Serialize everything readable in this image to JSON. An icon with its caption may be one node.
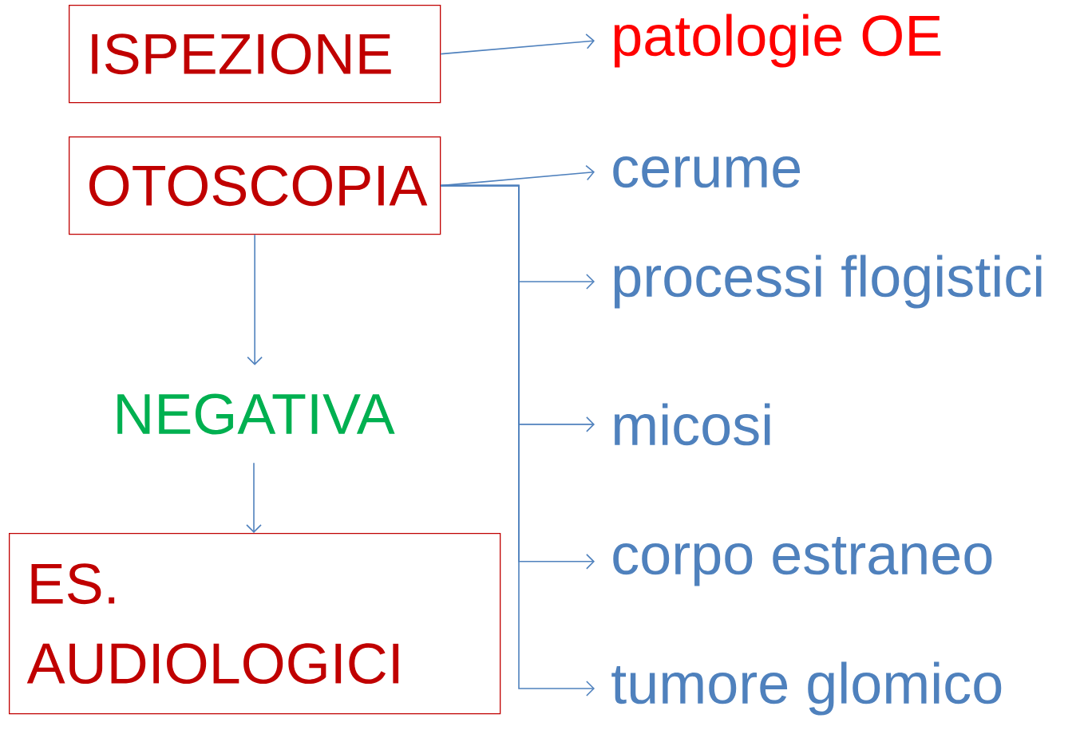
{
  "diagram": {
    "nodes": [
      {
        "text": [
          "ISPEZIONE"
        ]
      },
      {
        "text": [
          "patologie OE"
        ]
      },
      {
        "text": [
          "OTOSCOPIA"
        ]
      },
      {
        "text": [
          "cerume"
        ]
      },
      {
        "text": [
          "processi flogistici"
        ]
      },
      {
        "text": [
          "micosi"
        ]
      },
      {
        "text": [
          "corpo estraneo"
        ]
      },
      {
        "text": [
          "tumore glomico"
        ]
      },
      {
        "text": [
          "NEGATIVA"
        ]
      },
      {
        "text": [
          "ES. AUDIOLOGICI"
        ]
      }
    ],
    "edges": [
      {
        "from": 0,
        "to": 1,
        "arrow": "to"
      },
      {
        "from": 2,
        "to": 3,
        "arrow": "to"
      },
      {
        "from": 2,
        "to": 4,
        "arrow": "to"
      },
      {
        "from": 2,
        "to": 5,
        "arrow": "to"
      },
      {
        "from": 2,
        "to": 6,
        "arrow": "to"
      },
      {
        "from": 2,
        "to": 7,
        "arrow": "to"
      },
      {
        "from": 2,
        "to": 8,
        "arrow": "to"
      },
      {
        "from": 8,
        "to": 9,
        "arrow": "to"
      }
    ]
  }
}
